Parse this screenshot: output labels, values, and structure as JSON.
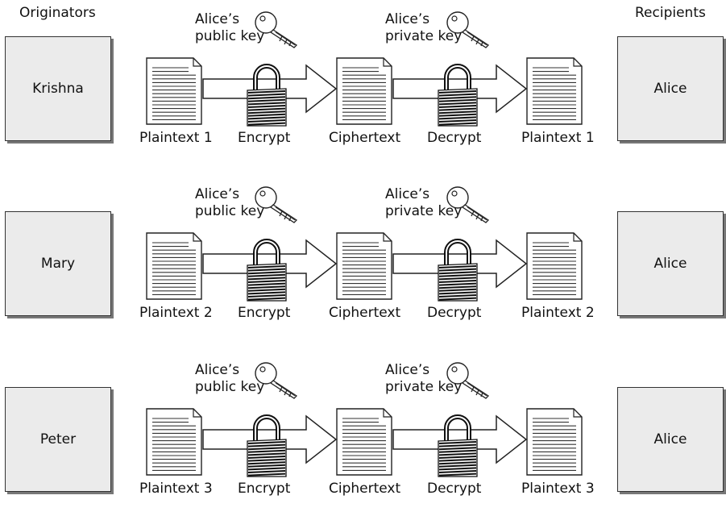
{
  "headers": {
    "left": "Originators",
    "right": "Recipients"
  },
  "rows": [
    {
      "originator": "Krishna",
      "recipient": "Alice",
      "plaintext_in": "Plaintext 1",
      "encrypt": "Encrypt",
      "ciphertext": "Ciphertext",
      "decrypt": "Decrypt",
      "plaintext_out": "Plaintext 1",
      "public_key_line1": "Alice’s",
      "public_key_line2": "public key",
      "private_key_line1": "Alice’s",
      "private_key_line2": "private key"
    },
    {
      "originator": "Mary",
      "recipient": "Alice",
      "plaintext_in": "Plaintext 2",
      "encrypt": "Encrypt",
      "ciphertext": "Ciphertext",
      "decrypt": "Decrypt",
      "plaintext_out": "Plaintext 2",
      "public_key_line1": "Alice’s",
      "public_key_line2": "public key",
      "private_key_line1": "Alice’s",
      "private_key_line2": "private key"
    },
    {
      "originator": "Peter",
      "recipient": "Alice",
      "plaintext_in": "Plaintext 3",
      "encrypt": "Encrypt",
      "ciphertext": "Ciphertext",
      "decrypt": "Decrypt",
      "plaintext_out": "Plaintext 3",
      "public_key_line1": "Alice’s",
      "public_key_line2": "public key",
      "private_key_line1": "Alice’s",
      "private_key_line2": "private key"
    }
  ]
}
